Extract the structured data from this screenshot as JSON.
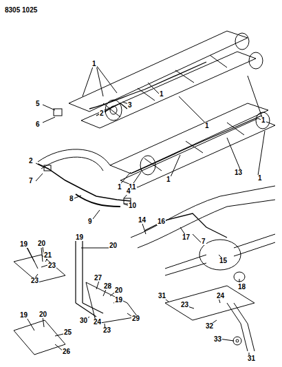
{
  "diagram": {
    "labels": [
      "8305 1025",
      "1",
      "1",
      "1",
      "1",
      "2",
      "3",
      "5",
      "6",
      "1",
      "11",
      "1",
      "13",
      "1",
      "2",
      "7",
      "8",
      "9",
      "4",
      "10",
      "14",
      "16",
      "7",
      "17",
      "15",
      "18",
      "19",
      "20",
      "21",
      "23",
      "23",
      "19",
      "20",
      "27",
      "28",
      "20",
      "19",
      "29",
      "30",
      "24",
      "23",
      "19",
      "20",
      "25",
      "26",
      "31",
      "24",
      "23",
      "32",
      "33",
      "31"
    ]
  }
}
